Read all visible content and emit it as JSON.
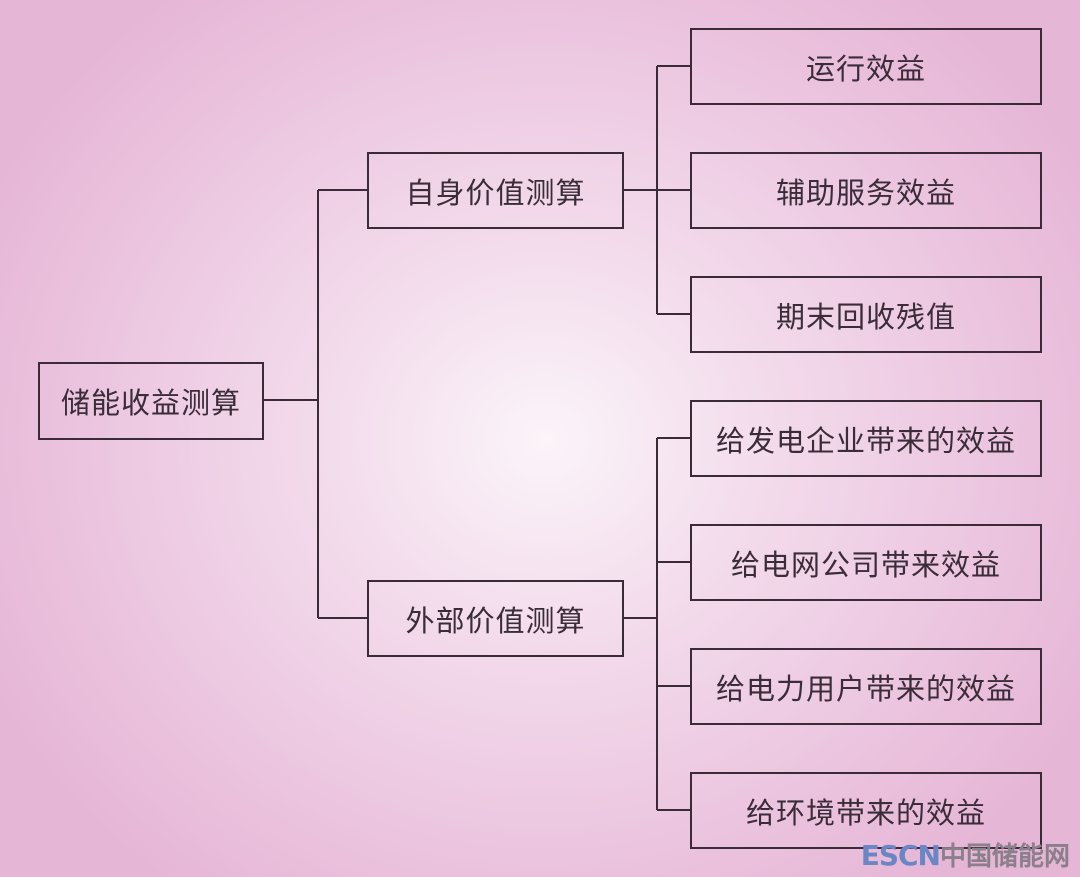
{
  "root": {
    "label": "储能收益测算"
  },
  "branches": [
    {
      "label": "自身价值测算",
      "children": [
        "运行效益",
        "辅助服务效益",
        "期末回收残值"
      ]
    },
    {
      "label": "外部价值测算",
      "children": [
        "给发电企业带来的效益",
        "给电网公司带来效益",
        "给电力用户带来的效益",
        "给环境带来的效益"
      ]
    }
  ],
  "watermark": {
    "brand": "ESCN",
    "name": "中国储能网"
  },
  "colors": {
    "line": "#3b2a38",
    "text": "#3a2c38",
    "background": "#ebc4df"
  }
}
